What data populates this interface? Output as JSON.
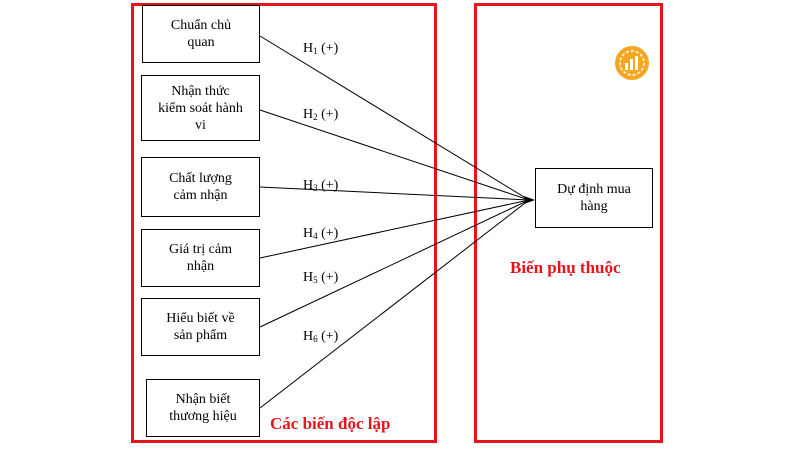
{
  "independent_group_label": "Các biến độc lập",
  "dependent_group_label": "Biến phụ thuộc",
  "independent_variables": [
    {
      "label": "Chuẩn chủ\nquan"
    },
    {
      "label": "Nhận thức\nkiểm soát hành\nvi"
    },
    {
      "label": "Chất lượng\ncảm nhận"
    },
    {
      "label": "Giá trị cảm\nnhận"
    },
    {
      "label": "Hiểu biết về\nsản phẩm"
    },
    {
      "label": "Nhận biết\nthương hiệu"
    }
  ],
  "dependent_variable": {
    "label": "Dự định mua\nhàng"
  },
  "hypotheses": [
    {
      "letter": "H",
      "index": "1",
      "sign": "(+)"
    },
    {
      "letter": "H",
      "index": "2",
      "sign": "(+)"
    },
    {
      "letter": "H",
      "index": "3",
      "sign": "(+)"
    },
    {
      "letter": "H",
      "index": "4",
      "sign": "(+)"
    },
    {
      "letter": "H",
      "index": "5",
      "sign": "(+)"
    },
    {
      "letter": "H",
      "index": "6",
      "sign": "(+)"
    }
  ],
  "colors": {
    "frame": "#e8141c",
    "line": "#000000",
    "logo": "#f5a623"
  },
  "logo_icon": "chart-logo-icon"
}
